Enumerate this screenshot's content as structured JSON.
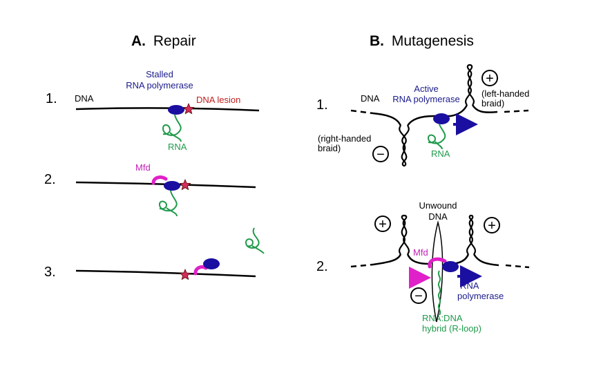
{
  "panel_a": {
    "title_letter": "A.",
    "title_word": "Repair",
    "step1": {
      "number": "1.",
      "dna": "DNA",
      "polymerase_line1": "Stalled",
      "polymerase_line2": "RNA polymerase",
      "lesion": "DNA lesion",
      "rna": "RNA"
    },
    "step2": {
      "number": "2.",
      "mfd": "Mfd"
    },
    "step3": {
      "number": "3."
    }
  },
  "panel_b": {
    "title_letter": "B.",
    "title_word": "Mutagenesis",
    "step1": {
      "number": "1.",
      "dna": "DNA",
      "polymerase_line1": "Active",
      "polymerase_line2": "RNA polymerase",
      "right_braid_line1": "(right-handed",
      "right_braid_line2": "braid)",
      "left_braid_line1": "(left-handed",
      "left_braid_line2": "braid)",
      "rna": "RNA",
      "plus": "+",
      "minus": "−"
    },
    "step2": {
      "number": "2.",
      "unwound_line1": "Unwound",
      "unwound_line2": "DNA",
      "mfd": "Mfd",
      "polymerase_line1": "RNA",
      "polymerase_line2": "polymerase",
      "hybrid_line1": "RNA:DNA",
      "hybrid_line2": "hybrid (R-loop)",
      "plus": "+",
      "minus": "−"
    }
  },
  "colors": {
    "polymerase": "#1a0fa0",
    "polymerase_text": "#1a1a8c",
    "lesion": "#d0305a",
    "lesion_text": "#c0201e",
    "rna": "#1e9a4a",
    "mfd": "#e020c8",
    "dna": "#000000"
  }
}
